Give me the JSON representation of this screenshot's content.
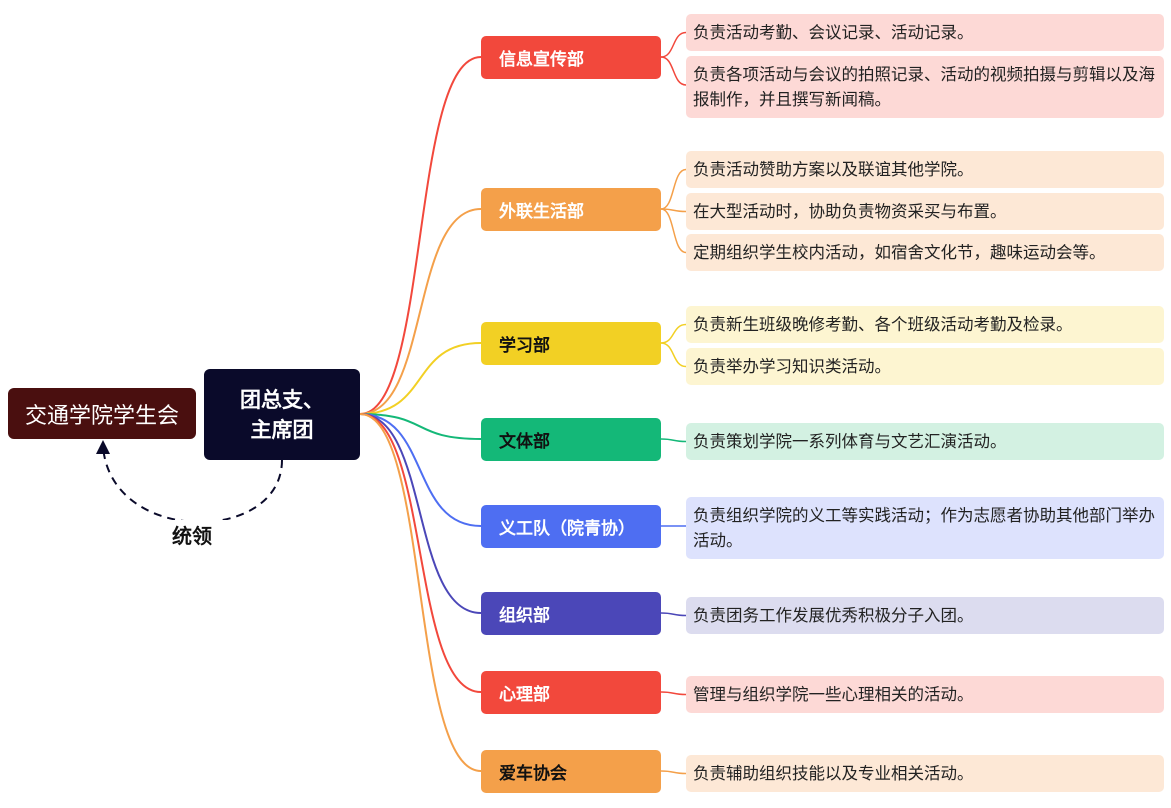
{
  "root": {
    "label": "交通学院学生会"
  },
  "center": {
    "label": "团总支、\n主席团"
  },
  "relation": {
    "label": "统领"
  },
  "departments": [
    {
      "name": "信息宣传部",
      "color": "#f2483c",
      "bg": "#fdd9d6",
      "dark": false,
      "duties": [
        "负责活动考勤、会议记录、活动记录。",
        "负责各项活动与会议的拍照记录、活动的视频拍摄与剪辑以及海报制作，并且撰写新闻稿。"
      ]
    },
    {
      "name": "外联生活部",
      "color": "#f4a04a",
      "bg": "#fde8d6",
      "dark": false,
      "duties": [
        "负责活动赞助方案以及联谊其他学院。",
        "在大型活动时，协助负责物资采买与布置。",
        "定期组织学生校内活动，如宿舍文化节，趣味运动会等。"
      ]
    },
    {
      "name": "学习部",
      "color": "#f2d024",
      "bg": "#fdf5d1",
      "dark": true,
      "duties": [
        "负责新生班级晚修考勤、各个班级活动考勤及检录。",
        "负责举办学习知识类活动。"
      ]
    },
    {
      "name": "文体部",
      "color": "#14b878",
      "bg": "#d3f1e2",
      "dark": true,
      "duties": [
        "负责策划学院一系列体育与文艺汇演活动。"
      ]
    },
    {
      "name": "义工队（院青协）",
      "color": "#4e6ef2",
      "bg": "#dde2fd",
      "dark": false,
      "duties": [
        "负责组织学院的义工等实践活动；作为志愿者协助其他部门举办活动。"
      ]
    },
    {
      "name": "组织部",
      "color": "#4b47b8",
      "bg": "#dcdcef",
      "dark": false,
      "duties": [
        "负责团务工作发展优秀积极分子入团。"
      ]
    },
    {
      "name": "心理部",
      "color": "#f2483c",
      "bg": "#fdd9d6",
      "dark": false,
      "duties": [
        "管理与组织学院一些心理相关的活动。"
      ]
    },
    {
      "name": "爱车协会",
      "color": "#f4a04a",
      "bg": "#fde8d6",
      "dark": true,
      "duties": [
        "负责辅助组织技能以及专业相关活动。"
      ]
    }
  ]
}
